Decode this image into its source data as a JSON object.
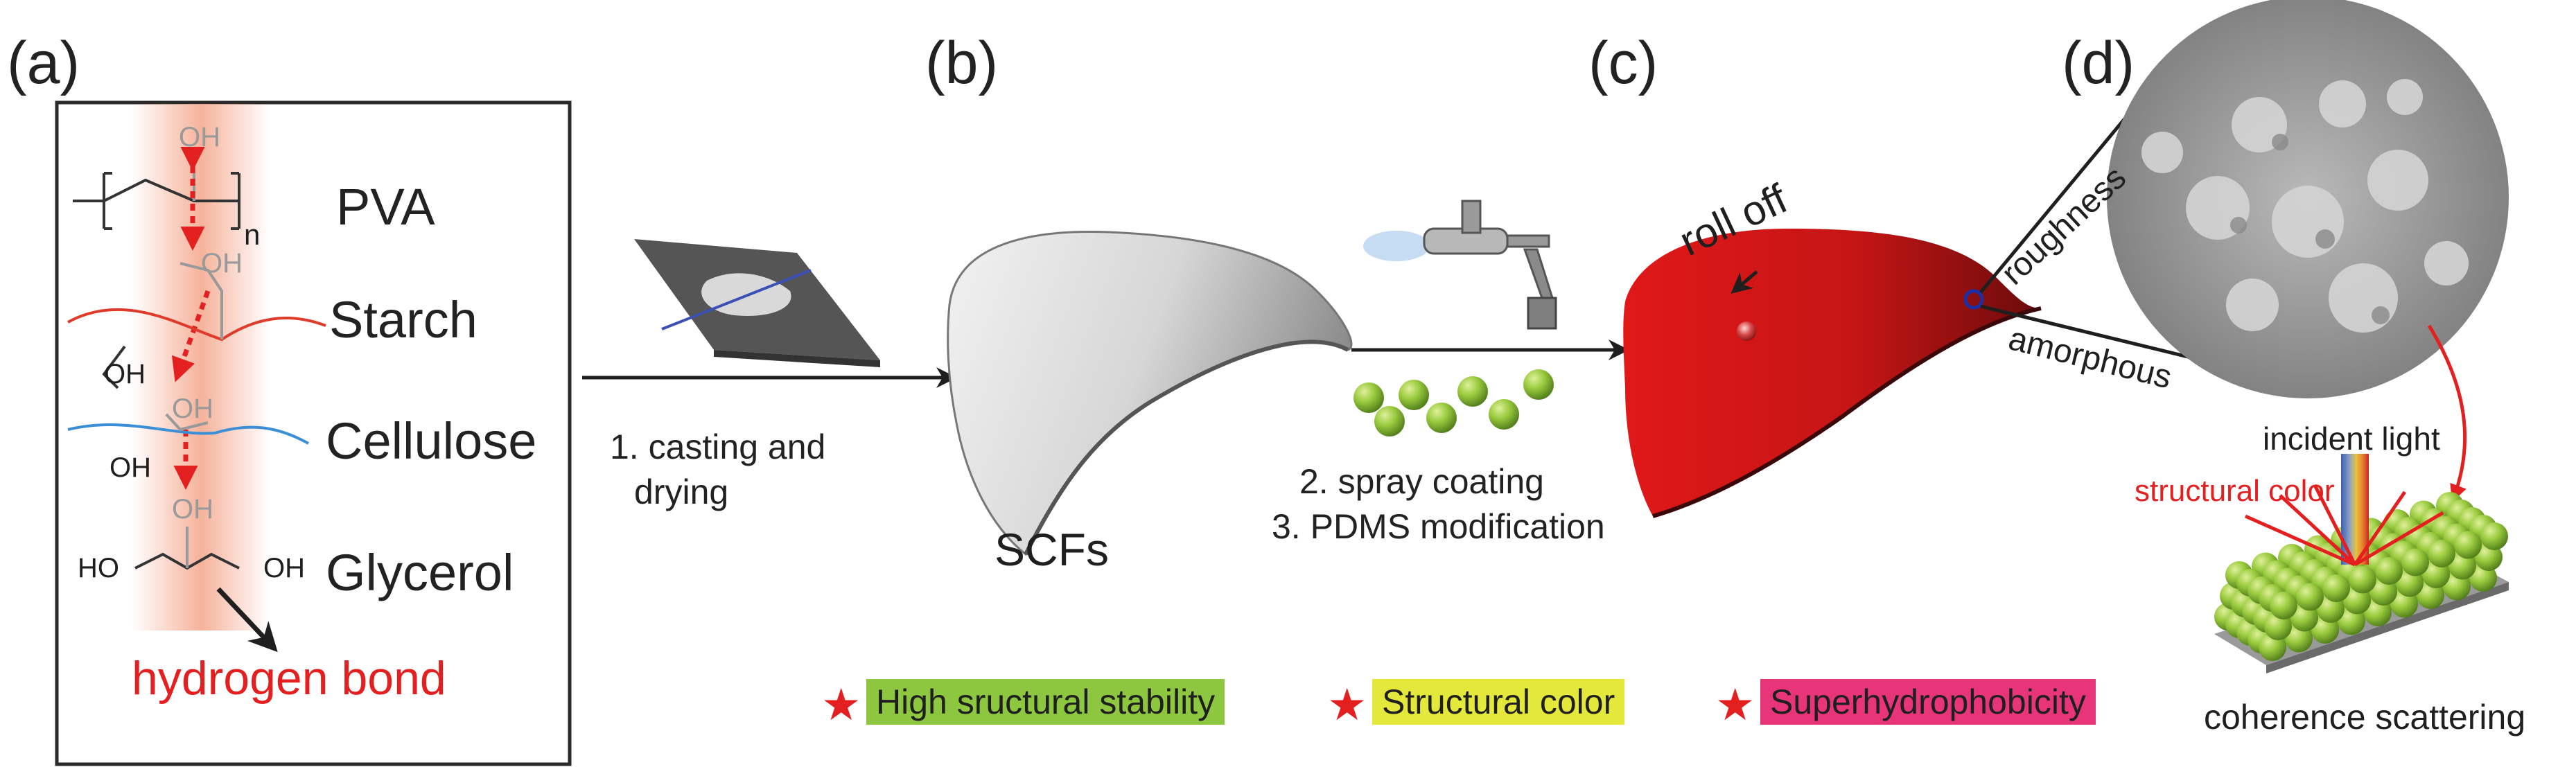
{
  "panels": {
    "a": "(a)",
    "b": "(b)",
    "c": "(c)",
    "d": "(d)"
  },
  "molecules": {
    "pva": "PVA",
    "starch": "Starch",
    "cellulose": "Cellulose",
    "glycerol": "Glycerol",
    "hydrogen_bond": "hydrogen bond",
    "oh": "OH",
    "ho": "HO",
    "n": "n"
  },
  "steps": {
    "step1_line1": "1. casting and",
    "step1_line2": "drying",
    "step2": "2. spray coating",
    "step3": "3. PDMS modification"
  },
  "labels": {
    "scfs": "SCFs",
    "roll_off": "roll off",
    "roughness": "roughness",
    "amorphous": "amorphous",
    "incident_light": "incident light",
    "structural_color": "structural color",
    "coherence_scattering": "coherence scattering"
  },
  "features": [
    {
      "label": "High sructural stability",
      "color": "#8dc63f"
    },
    {
      "label": "Structural color",
      "color": "#e4e83a"
    },
    {
      "label": "Superhydrophobicity",
      "color": "#e8357a"
    }
  ],
  "colors": {
    "accent_red": "#e41f1f",
    "film_red": "#d41a1a",
    "particle_green": "#8cc43c",
    "hbond_glow": "#f4a58a"
  }
}
